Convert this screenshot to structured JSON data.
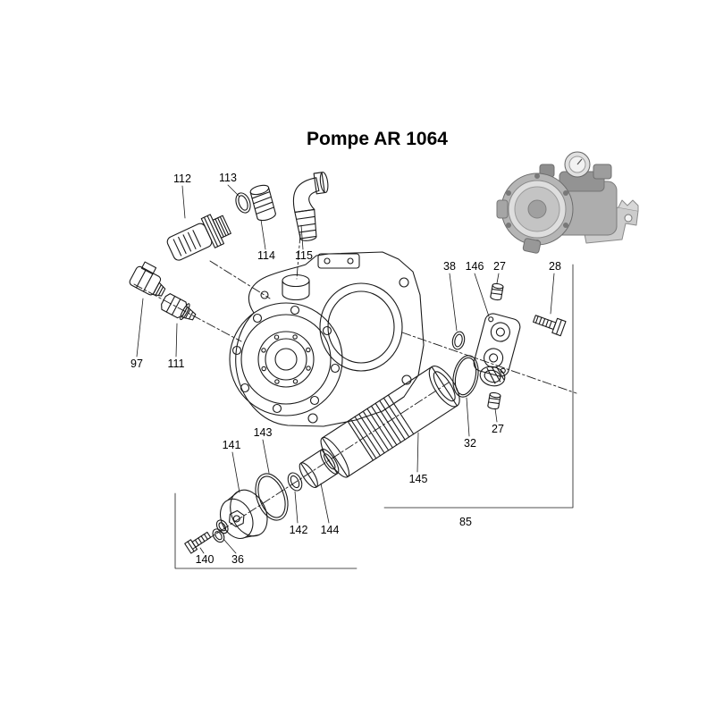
{
  "title": "Pompe AR 1064",
  "labels": {
    "p112": "112",
    "p113": "113",
    "p114": "114",
    "p115": "115",
    "p97": "97",
    "p111": "111",
    "p38": "38",
    "p146": "146",
    "p27_top": "27",
    "p28": "28",
    "p27_bottom": "27",
    "p32": "32",
    "p141": "141",
    "p143": "143",
    "p142": "142",
    "p144": "144",
    "p145": "145",
    "p85": "85",
    "p140": "140",
    "p36": "36"
  },
  "colors": {
    "background": "#ffffff",
    "line_art": "#1a1a1a",
    "label_text": "#000000",
    "photo_grays": [
      "#b5b5b5",
      "#dedede",
      "#adadad"
    ]
  }
}
